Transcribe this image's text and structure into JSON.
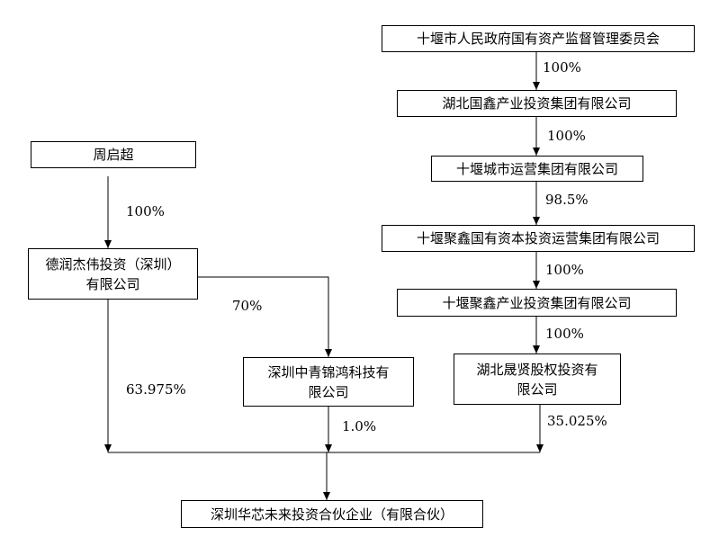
{
  "nodes": {
    "shiyan_sasac": "十堰市人民政府国有资产监督管理委员会",
    "hubei_guoxin": "湖北国鑫产业投资集团有限公司",
    "shiyan_city_ops": "十堰城市运营集团有限公司",
    "shiyan_juxin_state": "十堰聚鑫国有资本投资运营集团有限公司",
    "shiyan_juxin_industry": "十堰聚鑫产业投资集团有限公司",
    "hubei_chengxian_line1": "湖北晟贤股权投资有",
    "hubei_chengxian_line2": "限公司",
    "zhou_qichao": "周启超",
    "derun_line1": "德润杰伟投资（深圳）",
    "derun_line2": "有限公司",
    "zhongqing_line1": "深圳中青锦鸿科技有",
    "zhongqing_line2": "限公司",
    "huaxin_fund": "深圳华芯未来投资合伙企业（有限合伙）"
  },
  "edges": {
    "sasac_to_guoxin": "100%",
    "guoxin_to_cityops": "100%",
    "cityops_to_juxin_state": "98.5%",
    "juxin_state_to_juxin_industry": "100%",
    "juxin_industry_to_chengxian": "100%",
    "zhou_to_derun": "100%",
    "derun_to_zhongqing": "70%",
    "derun_to_huaxin": "63.975%",
    "zhongqing_to_huaxin": "1.0%",
    "chengxian_to_huaxin": "35.025%"
  }
}
